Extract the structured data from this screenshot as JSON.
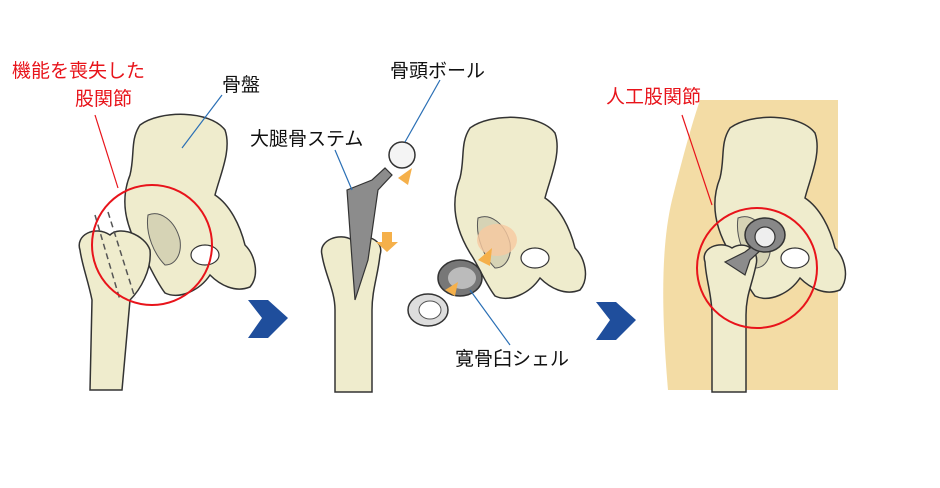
{
  "labels": {
    "lost_function_line1": "機能を喪失した",
    "lost_function_line2": "股関節",
    "pelvis": "骨盤",
    "femoral_head_ball": "骨頭ボール",
    "femoral_stem": "大腿骨ステム",
    "acetabular_shell": "寛骨臼シェル",
    "artificial_hip": "人工股関節"
  },
  "colors": {
    "highlight_label": "#e8141b",
    "highlight_circle": "#e8141b",
    "step_arrow": "#1f4e9c",
    "bone": "#efeccd",
    "skin": "#f3dca5",
    "insertion_arrow": "#f5b04a",
    "implant": "#8c8c8c"
  }
}
